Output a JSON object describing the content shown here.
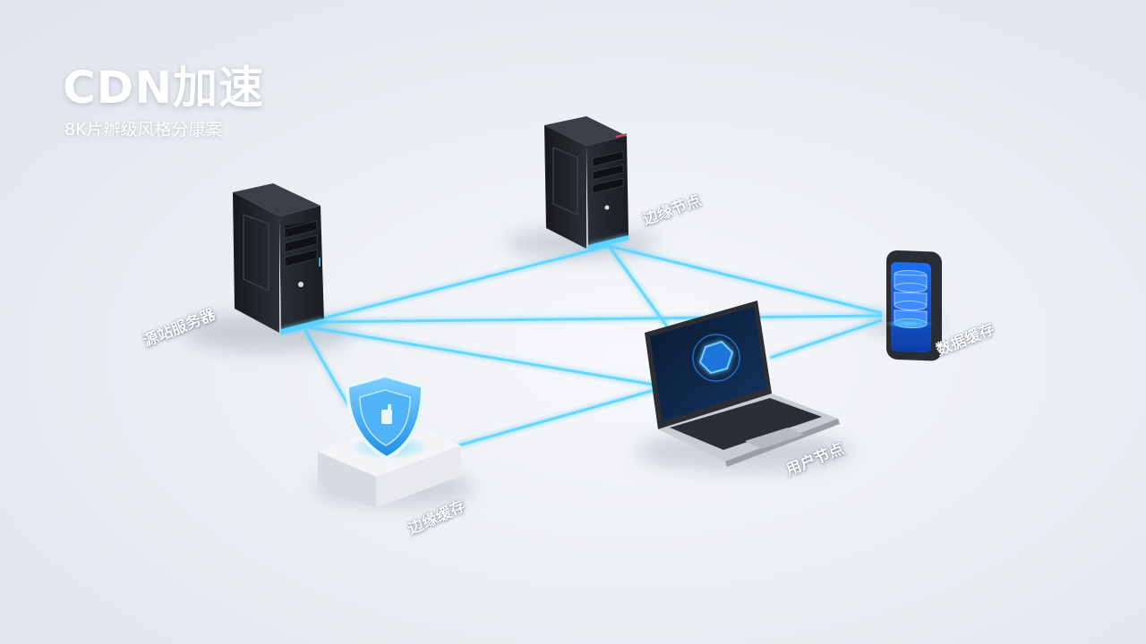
{
  "header": {
    "title": "CDN加速",
    "subtitle": "8K片辦级风格分康案"
  },
  "labels": {
    "origin_server": "源站服务器",
    "edge_node": "边缘节点",
    "data_cache": "数据缓存",
    "user_node": "用户节点",
    "edge_cache": "边缘缓存"
  },
  "colors": {
    "link": "#5ad4ff",
    "link_glow": "#33b8ff",
    "shield": "#2ea3f2",
    "server_body": "#1f2228"
  },
  "icons": {
    "origin_server": "tower-server-icon",
    "edge_node": "tower-server-icon",
    "data_cache": "database-phone-icon",
    "user_node": "laptop-icon",
    "edge_cache": "shield-icon"
  }
}
